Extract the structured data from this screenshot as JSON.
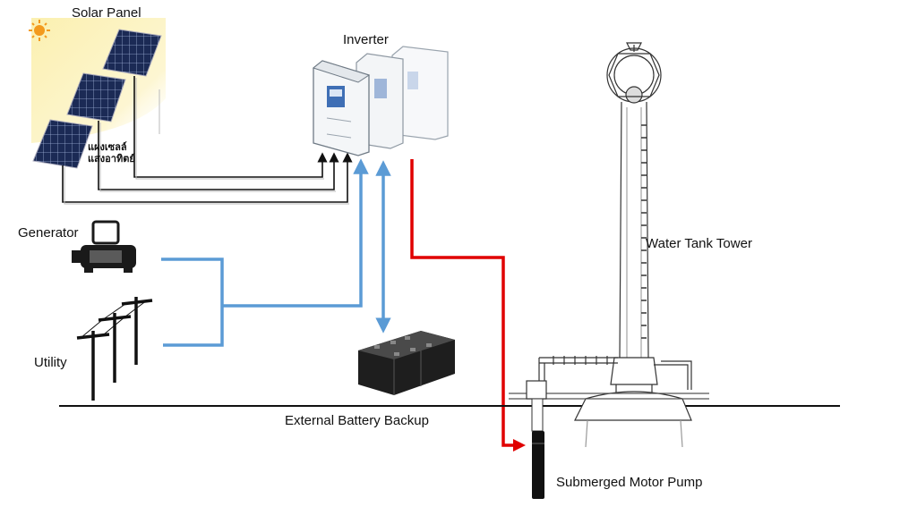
{
  "labels": {
    "solar_panel": "Solar Panel",
    "solar_panel_thai_line1": "แผงเซลล์",
    "solar_panel_thai_line2": "แสงอาทิตย์",
    "inverter": "Inverter",
    "generator": "Generator",
    "utility": "Utility",
    "battery": "External Battery Backup",
    "water_tank": "Water Tank Tower",
    "pump": "Submerged Motor Pump"
  },
  "colors": {
    "dc_wire": "#111111",
    "ac_source_wire": "#5b9bd5",
    "pump_wire": "#e00000",
    "sun": "#f39a1e",
    "sunlight": "#fbf0b0",
    "panel": "#1b2a55",
    "inverter_body": "#f4f6f8",
    "inverter_screen": "#3f6fb5",
    "battery": "#1e1e1e",
    "tower_line": "#333333"
  },
  "icons": [
    "sun-icon",
    "solar-panel-icon",
    "inverter-icon",
    "generator-icon",
    "power-pole-icon",
    "battery-icon",
    "water-tower-icon",
    "pump-icon"
  ]
}
